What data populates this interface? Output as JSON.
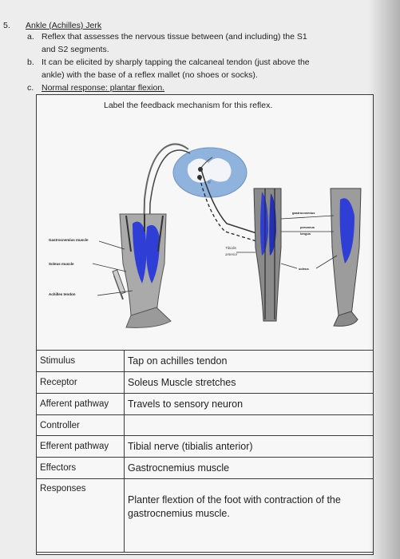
{
  "header": {
    "number": "5.",
    "title": "Ankle (Achilles) Jerk",
    "items": [
      {
        "marker": "a.",
        "lines": [
          "Reflex that assesses the nervous tissue between (and including) the S1",
          "and S2 segments."
        ]
      },
      {
        "marker": "b.",
        "lines": [
          "It can be elicited by sharply tapping the calcaneal tendon (just above the",
          "ankle) with the base of a reflex mallet (no shoes or socks)."
        ]
      },
      {
        "marker": "c.",
        "lines": [
          "Normal response: plantar flexion."
        ]
      }
    ]
  },
  "figure": {
    "instruction": "Label the feedback mechanism for this reflex.",
    "labels": {
      "gastrocnemius": "Gastrocnemius muscle",
      "soleus": "Soleus muscle",
      "achilles": "Achilles tendon",
      "tibialis": [
        "Tibialis",
        "anterior"
      ],
      "gastro_right": "gastrocnemius",
      "peroneus": [
        "peroneus",
        "longus"
      ],
      "soleus_right": "soleus"
    }
  },
  "table": {
    "rows": [
      {
        "key": "Stimulus",
        "value": "Tap on achilles tendon"
      },
      {
        "key": "Receptor",
        "value": "Soleus Muscle stretches"
      },
      {
        "key": "Afferent pathway",
        "value": "Travels to sensory neuron"
      },
      {
        "key": "Controller",
        "value": ""
      },
      {
        "key": "Efferent pathway",
        "value": "Tibial nerve (tibialis anterior)"
      },
      {
        "key": "Effectors",
        "value": "Gastrocnemius muscle"
      },
      {
        "key": "Responses",
        "value": "Planter flextion of the foot with contraction of the gastrocnemius muscle."
      }
    ]
  },
  "colors": {
    "muscle_blue": "#2f3fd6",
    "spinal_blue": "#8fb3dc",
    "bone_gray": "#9a9a9a"
  }
}
